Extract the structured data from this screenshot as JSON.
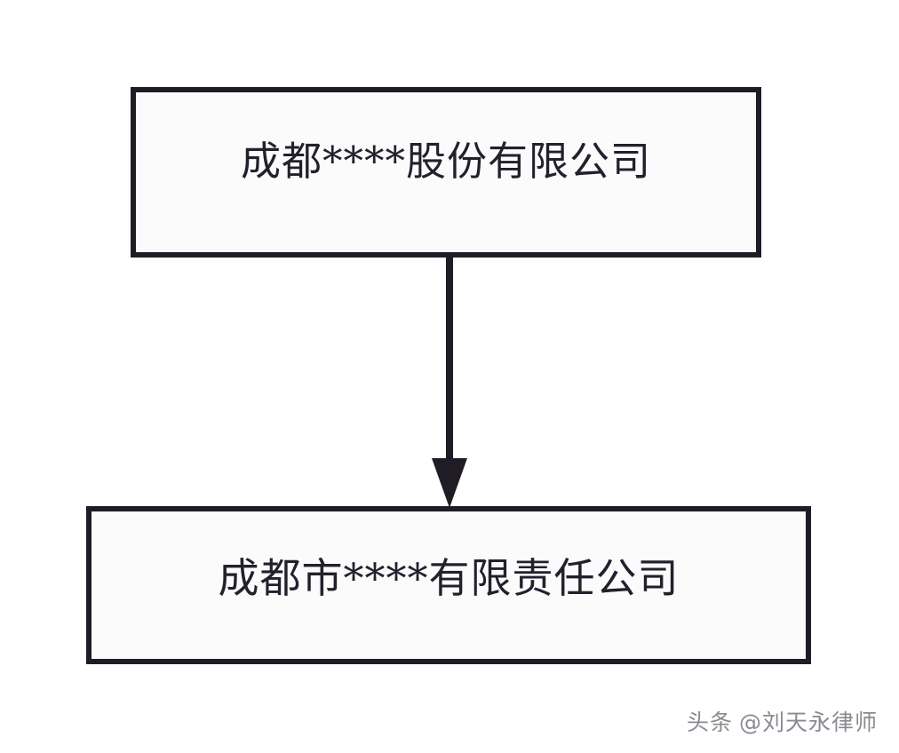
{
  "diagram": {
    "title": "company-ownership-flow",
    "nodes": [
      {
        "id": "parent",
        "label": "成都****股份有限公司",
        "role": "parent-company"
      },
      {
        "id": "child",
        "label": "成都市****有限责任公司",
        "role": "subsidiary-company"
      }
    ],
    "edges": [
      {
        "id": "parent-to-child",
        "from": "parent",
        "to": "child",
        "label": "",
        "arrow": "down-filled-triangle"
      }
    ]
  },
  "watermark": {
    "brand": "头条",
    "handle": "@刘天永律师"
  },
  "colors": {
    "border": "#201c26",
    "text": "#23202c",
    "box_fill": "#fbfbfc",
    "page_background": "#ffffff",
    "watermark_text": "#8a8a92"
  }
}
